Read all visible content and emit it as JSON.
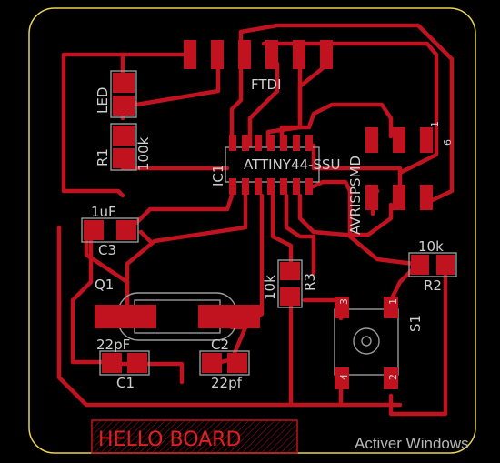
{
  "board": {
    "title_text": "HELLO BOARD",
    "colors": {
      "background": "#000000",
      "copper": "#c1121f",
      "silkscreen": "#cfcfcf",
      "outline": "#e8d44d"
    }
  },
  "components": {
    "ftdi": {
      "label": "FTDI"
    },
    "led": {
      "label": "LED"
    },
    "r1": {
      "label": "R1",
      "value": "100k"
    },
    "ic1": {
      "label": "IC1",
      "value": "ATTINY44-SSU"
    },
    "avrisp": {
      "label": "AVRISPSMD",
      "pin_top": "1",
      "pin_bottom": "6"
    },
    "c3": {
      "label": "C3",
      "value": "1uF"
    },
    "r2": {
      "label": "R2",
      "value": "10k"
    },
    "r3": {
      "label": "R3",
      "value": "10k"
    },
    "q1": {
      "label": "Q1"
    },
    "c1": {
      "label": "C1",
      "value": "22pF"
    },
    "c2": {
      "label": "C2",
      "value": "22pf"
    },
    "s1": {
      "label": "S1",
      "pin_top_left": "3",
      "pin_top_right": "1",
      "pin_bottom_left": "4",
      "pin_bottom_right": "2"
    }
  },
  "watermark": {
    "text": "Activer Windows"
  }
}
